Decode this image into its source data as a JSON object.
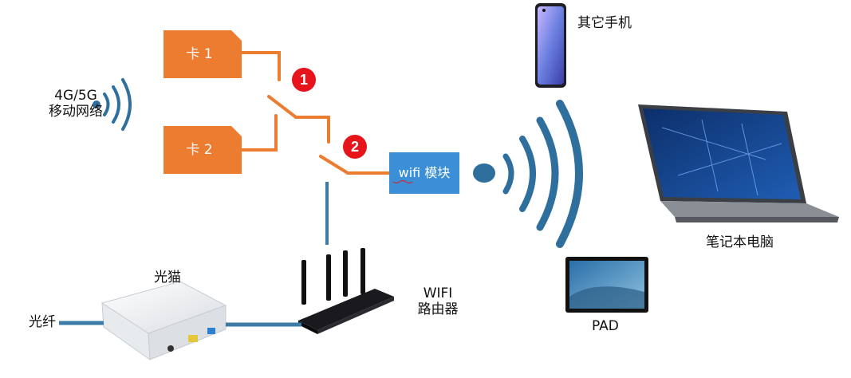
{
  "labels": {
    "mobile_network_line1": "4G/5G",
    "mobile_network_line2": "移动网络",
    "sim_card_1": "卡 1",
    "sim_card_2": "卡 2",
    "switch_badge_1": "1",
    "switch_badge_2": "2",
    "wifi_module": "wifi 模块",
    "other_phone": "其它手机",
    "laptop": "笔记本电脑",
    "pad": "PAD",
    "optical_modem": "光猫",
    "optical_fiber": "光纤",
    "router_line1": "WIFI",
    "router_line2": "路由器"
  },
  "colors": {
    "sim_orange": "#ec7c30",
    "wire_orange": "#ec7c30",
    "badge_red": "#e8141b",
    "module_blue": "#3a8fd6",
    "signal_blue": "#2f6f9e",
    "cable_blue": "#3d7ca6"
  },
  "icons": {
    "broadcast": "wireless-signal-icon",
    "phone": "smartphone-icon",
    "laptop": "laptop-icon",
    "tablet": "tablet-icon",
    "router": "router-icon",
    "modem": "optical-modem-icon"
  }
}
